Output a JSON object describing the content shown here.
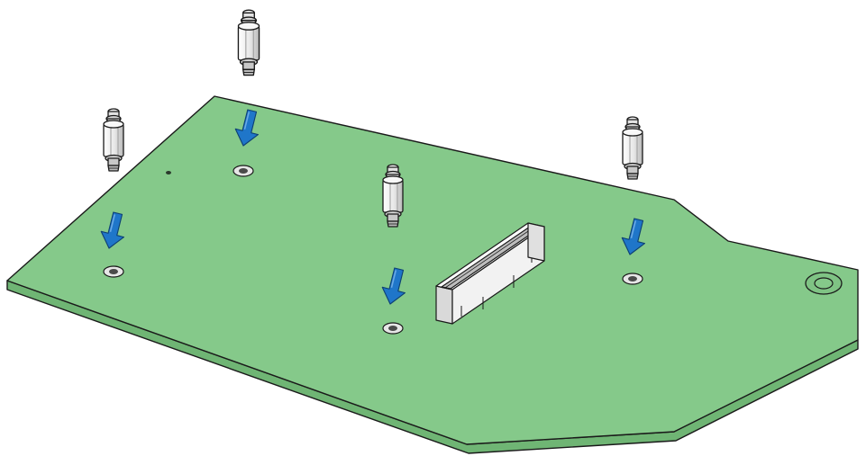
{
  "diagram": {
    "board_color": "#85c98a",
    "board_edge_color": "#6fb574",
    "outline_color": "#1a1a1a",
    "arrow_color": "#1f76c9",
    "standoff_color": "#e6e6e6",
    "standoff_count": 4,
    "arrow_count": 4,
    "mounting_hole_count": 4,
    "components": [
      "circuit-board",
      "standoff",
      "down-arrow-icon",
      "mounting-hole",
      "edge-connector-slot"
    ]
  }
}
